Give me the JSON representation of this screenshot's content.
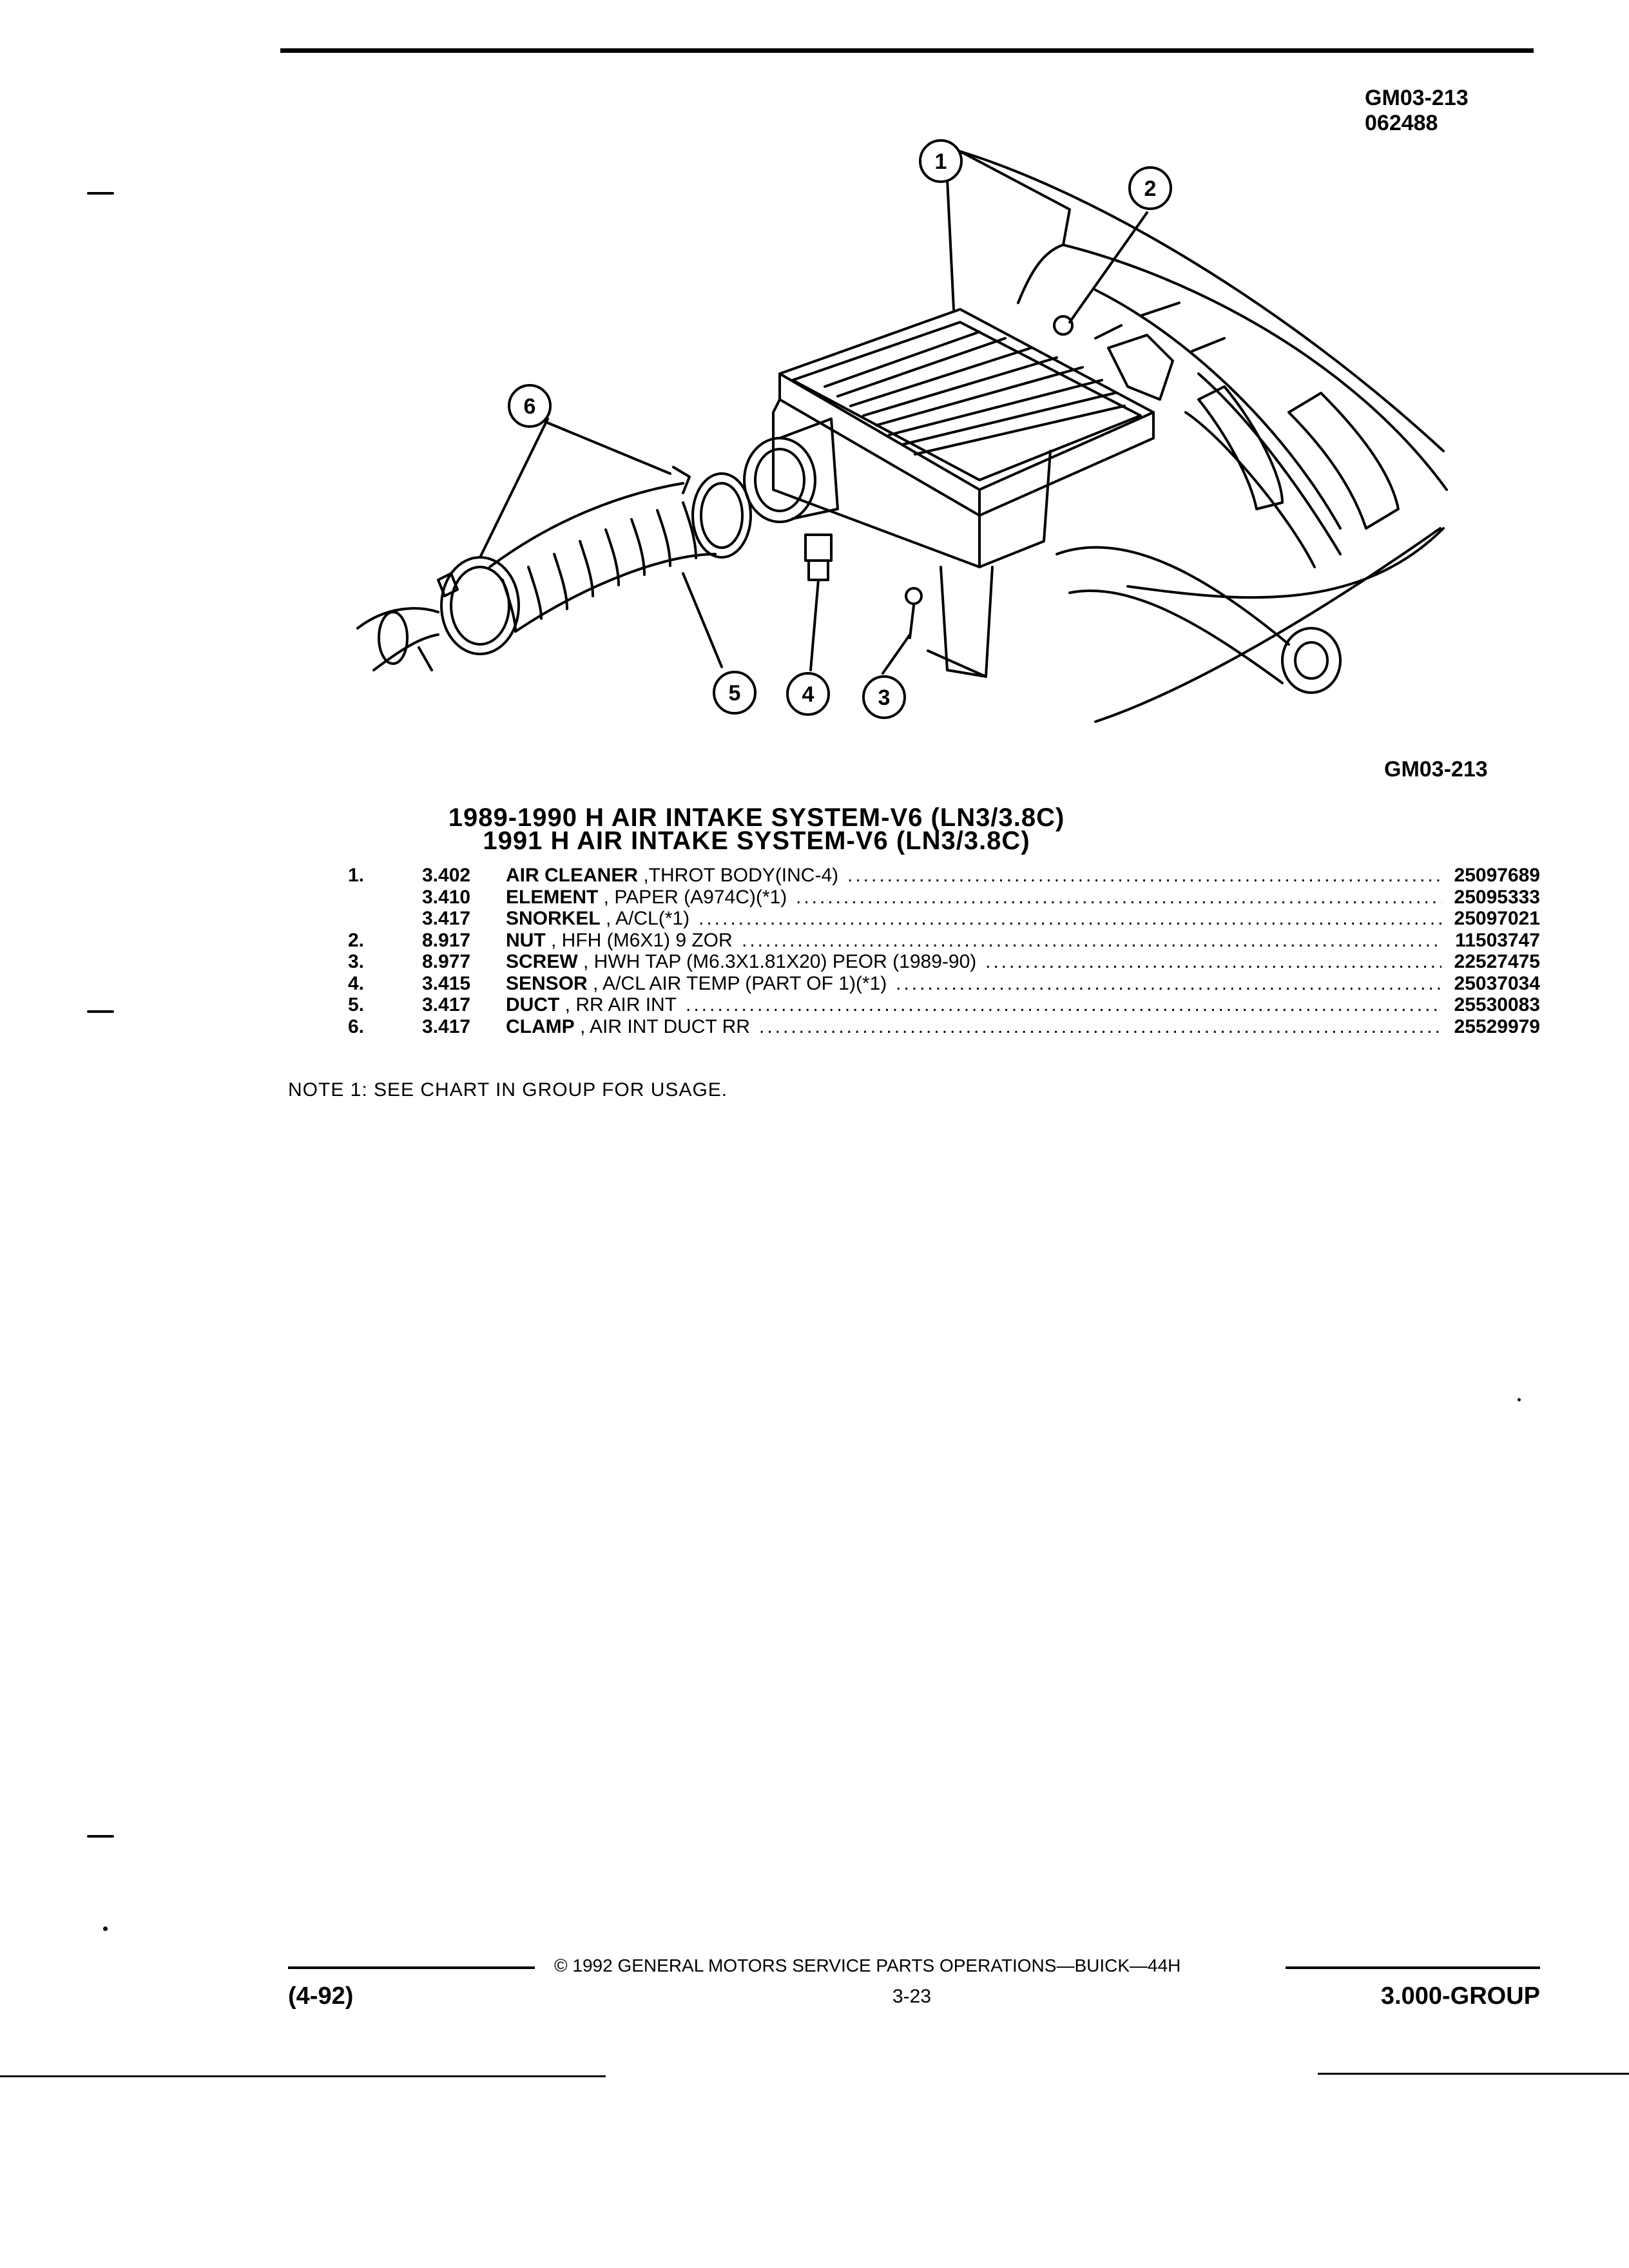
{
  "figure": {
    "code_top": "GM03-213",
    "code_top_2": "062488",
    "code_bottom": "GM03-213",
    "callouts": [
      "1",
      "2",
      "3",
      "4",
      "5",
      "6"
    ]
  },
  "title": {
    "line1": "1989-1990 H AIR INTAKE SYSTEM-V6 (LN3/3.8C)",
    "line2": "1991 H AIR INTAKE SYSTEM-V6 (LN3/3.8C)"
  },
  "parts": [
    {
      "item": "1.",
      "section": "3.402",
      "name": "AIR CLEANER",
      "desc": " ,THROT BODY(INC-4)",
      "part_no": "25097689"
    },
    {
      "item": "",
      "section": "3.410",
      "name": "ELEMENT",
      "desc": " , PAPER (A974C)(*1)",
      "part_no": "25095333"
    },
    {
      "item": "",
      "section": "3.417",
      "name": "SNORKEL",
      "desc": " , A/CL(*1)",
      "part_no": "25097021"
    },
    {
      "item": "2.",
      "section": "8.917",
      "name": "NUT",
      "desc": " , HFH (M6X1) 9 ZOR",
      "part_no": "11503747"
    },
    {
      "item": "3.",
      "section": "8.977",
      "name": "SCREW",
      "desc": " , HWH TAP (M6.3X1.81X20) PEOR (1989-90)",
      "part_no": "22527475"
    },
    {
      "item": "4.",
      "section": "3.415",
      "name": "SENSOR",
      "desc": " , A/CL AIR TEMP (PART OF 1)(*1)",
      "part_no": "25037034"
    },
    {
      "item": "5.",
      "section": "3.417",
      "name": "DUCT",
      "desc": " , RR AIR INT",
      "part_no": "25530083"
    },
    {
      "item": "6.",
      "section": "3.417",
      "name": "CLAMP",
      "desc": " , AIR INT DUCT RR",
      "part_no": "25529979"
    }
  ],
  "note": "NOTE  1:  SEE CHART IN GROUP FOR USAGE.",
  "footer": {
    "copyright": "©  1992  GENERAL MOTORS SERVICE PARTS OPERATIONS—BUICK—44H",
    "date": "(4-92)",
    "page": "3-23",
    "group": "3.000-GROUP"
  }
}
